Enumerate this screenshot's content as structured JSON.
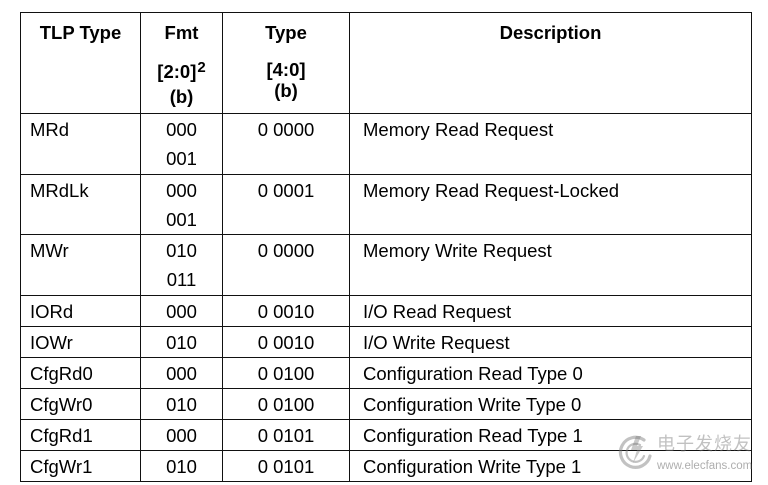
{
  "colors": {
    "background": "#ffffff",
    "text": "#000000",
    "border": "#111111",
    "watermark": "#787878"
  },
  "header": {
    "tlp_type": "TLP Type",
    "fmt": {
      "title": "Fmt",
      "bits": "[2:0]",
      "footnote": "2",
      "unit": "(b)"
    },
    "type": {
      "title": "Type",
      "bits": "[4:0]",
      "unit": "(b)"
    },
    "description": "Description"
  },
  "rows": [
    {
      "tlp_type": "MRd",
      "fmt": [
        "000",
        "001"
      ],
      "type": "0 0000",
      "description": "Memory Read Request"
    },
    {
      "tlp_type": "MRdLk",
      "fmt": [
        "000",
        "001"
      ],
      "type": "0 0001",
      "description": "Memory Read Request-Locked"
    },
    {
      "tlp_type": "MWr",
      "fmt": [
        "010",
        "011"
      ],
      "type": "0 0000",
      "description": "Memory Write Request"
    },
    {
      "tlp_type": "IORd",
      "fmt": [
        "000"
      ],
      "type": "0 0010",
      "description": "I/O Read Request"
    },
    {
      "tlp_type": "IOWr",
      "fmt": [
        "010"
      ],
      "type": "0 0010",
      "description": "I/O Write Request"
    },
    {
      "tlp_type": "CfgRd0",
      "fmt": [
        "000"
      ],
      "type": "0 0100",
      "description": "Configuration Read Type 0"
    },
    {
      "tlp_type": "CfgWr0",
      "fmt": [
        "010"
      ],
      "type": "0 0100",
      "description": "Configuration Write Type 0"
    },
    {
      "tlp_type": "CfgRd1",
      "fmt": [
        "000"
      ],
      "type": "0 0101",
      "description": "Configuration Read Type 1"
    },
    {
      "tlp_type": "CfgWr1",
      "fmt": [
        "010"
      ],
      "type": "0 0101",
      "description": "Configuration Write Type 1"
    }
  ],
  "watermark": {
    "brand": "电子发烧友",
    "url": "www.elecfans.com",
    "icon": "elecfans-logo-icon"
  }
}
